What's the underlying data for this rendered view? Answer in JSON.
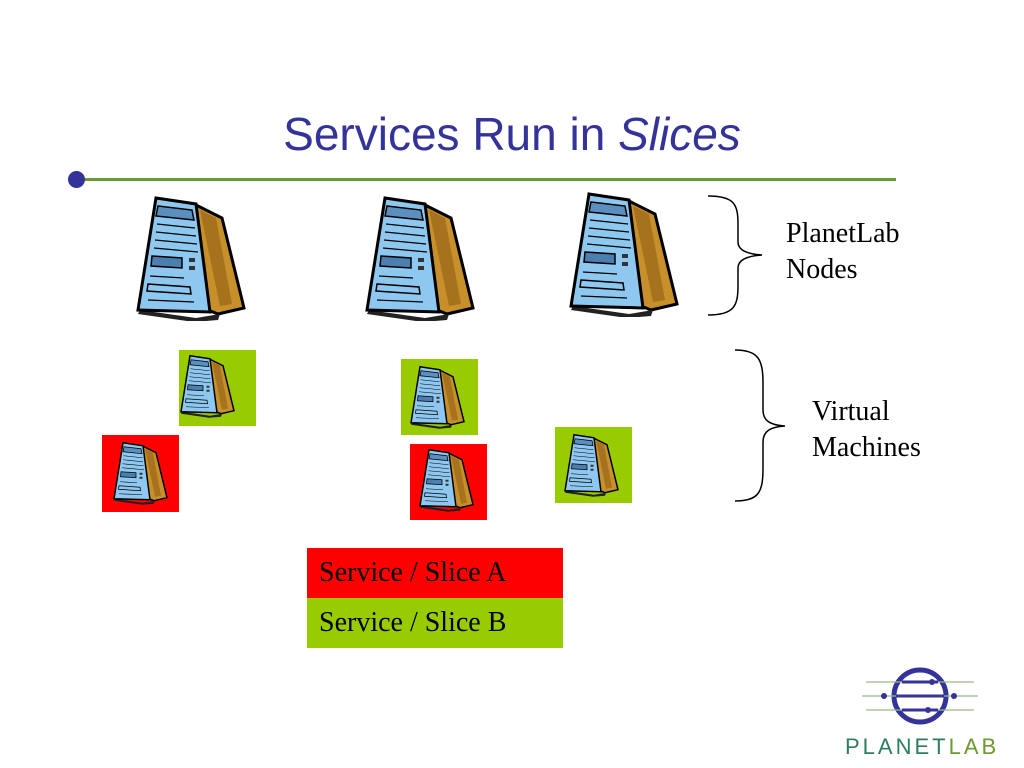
{
  "slide": {
    "title_main": "Services Run in ",
    "title_italic": "Slices"
  },
  "labels": {
    "nodes_line1": "PlanetLab",
    "nodes_line2": "Nodes",
    "vms_line1": "Virtual",
    "vms_line2": "Machines"
  },
  "legend": {
    "slice_a": "Service / Slice A",
    "slice_b": "Service / Slice B"
  },
  "logo": {
    "part1": "PLANET",
    "part2": "LAB"
  },
  "colors": {
    "title": "#333399",
    "rule": "#6b9a2e",
    "slice_a": "#ff0000",
    "slice_b": "#99cc00"
  }
}
